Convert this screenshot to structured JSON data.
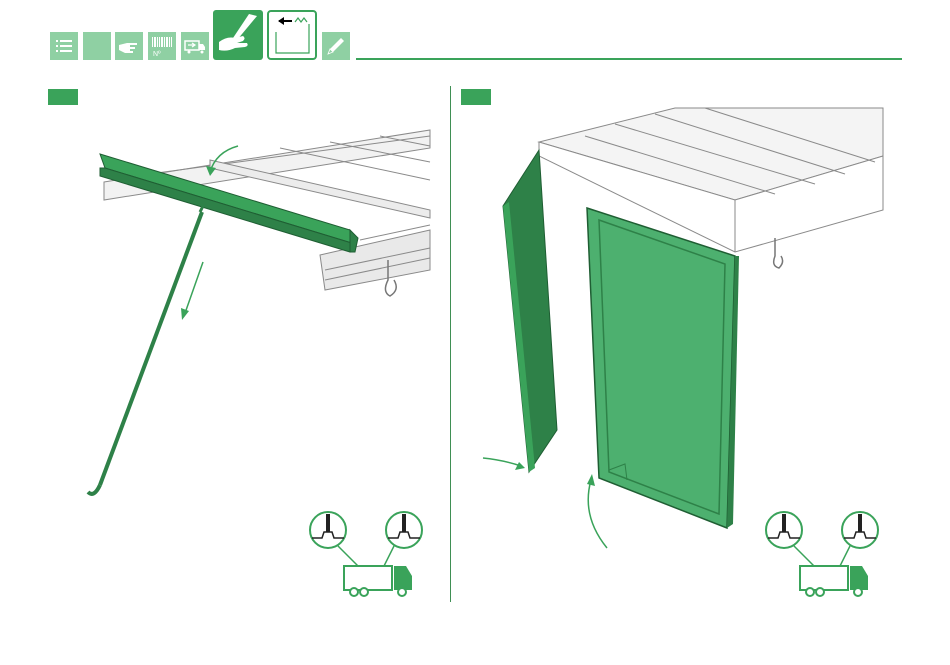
{
  "accent_color": "#3aa35a",
  "header": {
    "nav_icons": [
      {
        "name": "table-of-contents-icon",
        "state": "inactive"
      },
      {
        "name": "blank-section-icon",
        "state": "inactive"
      },
      {
        "name": "pointing-hand-icon",
        "state": "inactive"
      },
      {
        "name": "barcode-number-icon",
        "state": "inactive",
        "label": "Nº"
      },
      {
        "name": "truck-loading-icon",
        "state": "inactive"
      },
      {
        "name": "maintenance-hand-tool-icon",
        "state": "active"
      },
      {
        "name": "return-arrow-icon",
        "state": "active-outline"
      },
      {
        "name": "pencil-icon",
        "state": "inactive"
      }
    ]
  },
  "steps": [
    {
      "badge_color": "#3aa35a",
      "illustration": "roof-bow-and-hook-pole-removal",
      "footer_icon": "two-axle-truck-with-floor-profile-details"
    },
    {
      "badge_color": "#3aa35a",
      "illustration": "rear-panel-removal",
      "footer_icon": "two-axle-truck-with-floor-profile-details"
    }
  ]
}
